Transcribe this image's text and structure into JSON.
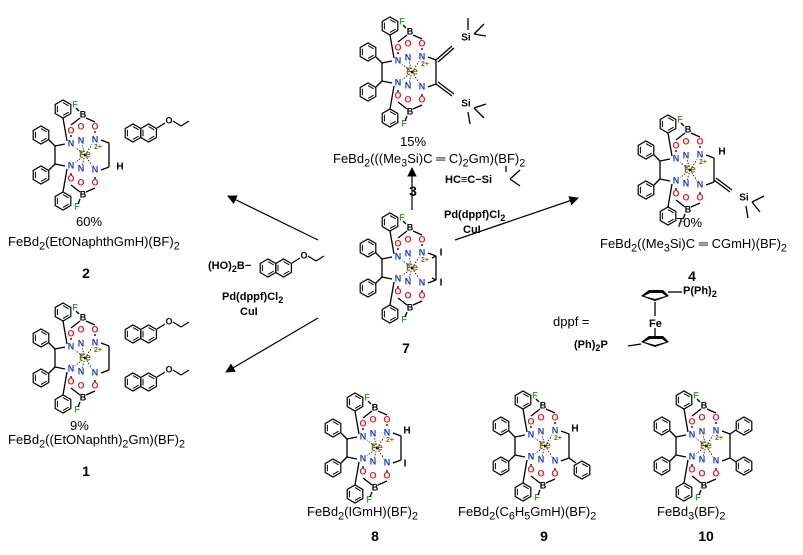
{
  "colors": {
    "bond": "#000000",
    "nitrogen": "#1a3fd1",
    "oxygen": "#e0201b",
    "boron": "#000000",
    "fluorine": "#2da82d",
    "iron": "#7a6b12"
  },
  "atoms": {
    "fe": "Fe",
    "fe_charge": "2+",
    "n": "N",
    "o": "O",
    "b": "B",
    "f": "F",
    "i": "I",
    "h": "H",
    "si": "Si"
  },
  "center": {
    "number": "7"
  },
  "compounds": [
    {
      "id": "c3",
      "number": "3",
      "yield": "15%",
      "formula_parts": [
        "FeBd",
        "2",
        "(((Me",
        "3",
        "Si)C ",
        "═",
        " C)",
        "2",
        "Gm)(BF)",
        "2"
      ]
    },
    {
      "id": "c2",
      "number": "2",
      "yield": "60%",
      "formula_parts": [
        "FeBd",
        "2",
        "(EtONaphthGmH)(BF)",
        "2"
      ]
    },
    {
      "id": "c4",
      "number": "4",
      "yield": "70%",
      "formula_parts": [
        "FeBd",
        "2",
        "((Me",
        "3",
        "Si)C ",
        "═",
        " CGmH)(BF)",
        "2"
      ]
    },
    {
      "id": "c1",
      "number": "1",
      "yield": "9%",
      "formula_parts": [
        "FeBd",
        "2",
        "((EtONaphth)",
        "2",
        "Gm)(BF)",
        "2"
      ]
    },
    {
      "id": "c8",
      "number": "8",
      "yield": "",
      "formula_parts": [
        "FeBd",
        "2",
        "(IGmH)(BF)",
        "2"
      ]
    },
    {
      "id": "c9",
      "number": "9",
      "yield": "",
      "formula_parts": [
        "FeBd",
        "2",
        "(C",
        "6",
        "H",
        "5",
        "GmH)(BF)",
        "2"
      ]
    },
    {
      "id": "c10",
      "number": "10",
      "yield": "",
      "formula_parts": [
        "FeBd",
        "3",
        "(BF)",
        "2"
      ]
    }
  ],
  "reagents": {
    "top_right": [
      "HC≡C−Si",
      "Pd(dppf)Cl",
      "2",
      "CuI"
    ],
    "left": [
      "(HO)",
      "2",
      "B−",
      "Pd(dppf)Cl",
      "2",
      "CuI"
    ],
    "dppf_label": "dppf =",
    "dppf_fe": "Fe",
    "dppf_top": "P(Ph)",
    "dppf_top_sub": "2",
    "dppf_bottom": "(Ph)",
    "dppf_bottom_sub": "2",
    "dppf_bottom_p": "P"
  }
}
